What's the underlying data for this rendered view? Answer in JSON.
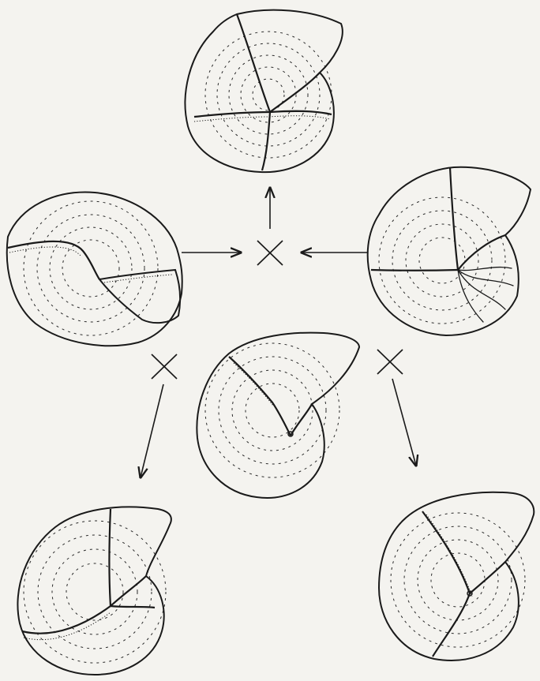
{
  "figure": {
    "description_visible_text": [],
    "specimens": [
      {
        "id": "top",
        "kind": "four-valve"
      },
      {
        "id": "left",
        "kind": "two-valve-open"
      },
      {
        "id": "right",
        "kind": "three-valve"
      },
      {
        "id": "center",
        "kind": "two-valve-base"
      },
      {
        "id": "bottom-left",
        "kind": "four-valve"
      },
      {
        "id": "bottom-right",
        "kind": "three-valve"
      }
    ],
    "markers": [
      "x-mark",
      "x-mark",
      "x-mark"
    ]
  }
}
